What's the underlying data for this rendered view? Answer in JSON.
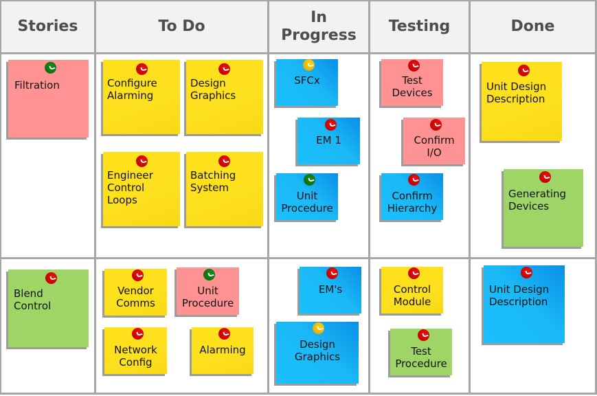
{
  "board": {
    "columns": [
      {
        "label": "Stories"
      },
      {
        "label": "To Do"
      },
      {
        "label": "In\nProgress"
      },
      {
        "label": "Testing"
      },
      {
        "label": "Done"
      }
    ],
    "colors": {
      "grid_line": "#a6a6a6",
      "header_bg": "#f2f2f2",
      "header_text": "#4d4d4d",
      "note_yellow": "#fde01e",
      "note_pink": "#ff9393",
      "note_green": "#9fd566",
      "note_blue": "#1bc0ff",
      "pin_red": "#cc0000",
      "pin_green": "#0d700d",
      "pin_gold": "#e7b100"
    },
    "rows": [
      {
        "stories": [
          {
            "text": "Filtration",
            "color": "pink",
            "pin": "green"
          }
        ],
        "todo": [
          {
            "text": "Configure\nAlarming",
            "color": "yellow",
            "pin": "red"
          },
          {
            "text": "Design\nGraphics",
            "color": "yellow",
            "pin": "red"
          },
          {
            "text": "Engineer\nControl\nLoops",
            "color": "yellow",
            "pin": "red"
          },
          {
            "text": "Batching\nSystem",
            "color": "yellow",
            "pin": "red"
          }
        ],
        "in_progress": [
          {
            "text": "SFCx",
            "color": "blue",
            "pin": "gold"
          },
          {
            "text": "EM 1",
            "color": "blue",
            "pin": "red"
          },
          {
            "text": "Unit\nProcedure",
            "color": "blue",
            "pin": "green"
          }
        ],
        "testing": [
          {
            "text": "Test\nDevices",
            "color": "pink",
            "pin": "red"
          },
          {
            "text": "Confirm\nI/O",
            "color": "pink",
            "pin": "red"
          },
          {
            "text": "Confirm\nHierarchy",
            "color": "blue",
            "pin": "red"
          }
        ],
        "done": [
          {
            "text": "Unit Design\nDescription",
            "color": "yellow",
            "pin": "red"
          },
          {
            "text": "Generating\nDevices",
            "color": "green",
            "pin": "red"
          }
        ]
      },
      {
        "stories": [
          {
            "text": "Blend\nControl",
            "color": "green",
            "pin": "red"
          }
        ],
        "todo": [
          {
            "text": "Vendor\nComms",
            "color": "yellow",
            "pin": "red"
          },
          {
            "text": "Unit\nProcedure",
            "color": "pink",
            "pin": "green"
          },
          {
            "text": "Network\nConfig",
            "color": "yellow",
            "pin": "red"
          },
          {
            "text": "Alarming",
            "color": "yellow",
            "pin": "red"
          }
        ],
        "in_progress": [
          {
            "text": "EM's",
            "color": "blue",
            "pin": "red"
          },
          {
            "text": "Design\nGraphics",
            "color": "blue",
            "pin": "gold"
          }
        ],
        "testing": [
          {
            "text": "Control\nModule",
            "color": "yellow",
            "pin": "red"
          },
          {
            "text": "Test\nProcedure",
            "color": "green",
            "pin": "red"
          }
        ],
        "done": [
          {
            "text": "Unit Design\nDescription",
            "color": "blue",
            "pin": "red"
          }
        ]
      }
    ]
  }
}
